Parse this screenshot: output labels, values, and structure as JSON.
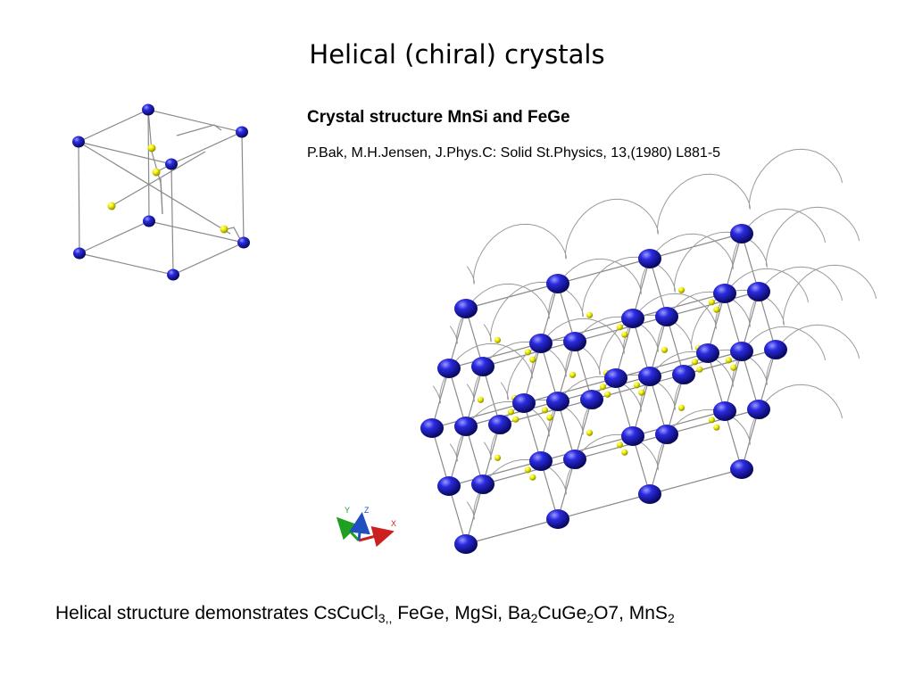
{
  "slide": {
    "title": "Helical (chiral) crystals"
  },
  "info": {
    "heading": "Crystal structure MnSi and FeGe",
    "reference": "P.Bak, M.H.Jensen, J.Phys.C: Solid St.Physics, 13,(1980) L881-5"
  },
  "footer": {
    "prefix": "Helical structure demonstrates CsCuCl",
    "sub1": "3,,",
    "part2": " FeGe, MgSi, Ba",
    "sub2": "2",
    "part3": "CuGe",
    "sub3": "2",
    "part4": "O7, MnS",
    "sub4": "2"
  },
  "axes_triad": {
    "x_label": "X",
    "y_label": "Y",
    "z_label": "Z"
  },
  "colors": {
    "mn_atom": "#1c1cc8",
    "si_atom": "#e6e600",
    "bond": "#8a8a8a",
    "axis_x": "#cc2020",
    "axis_y": "#20a020",
    "axis_z": "#2050c0"
  }
}
